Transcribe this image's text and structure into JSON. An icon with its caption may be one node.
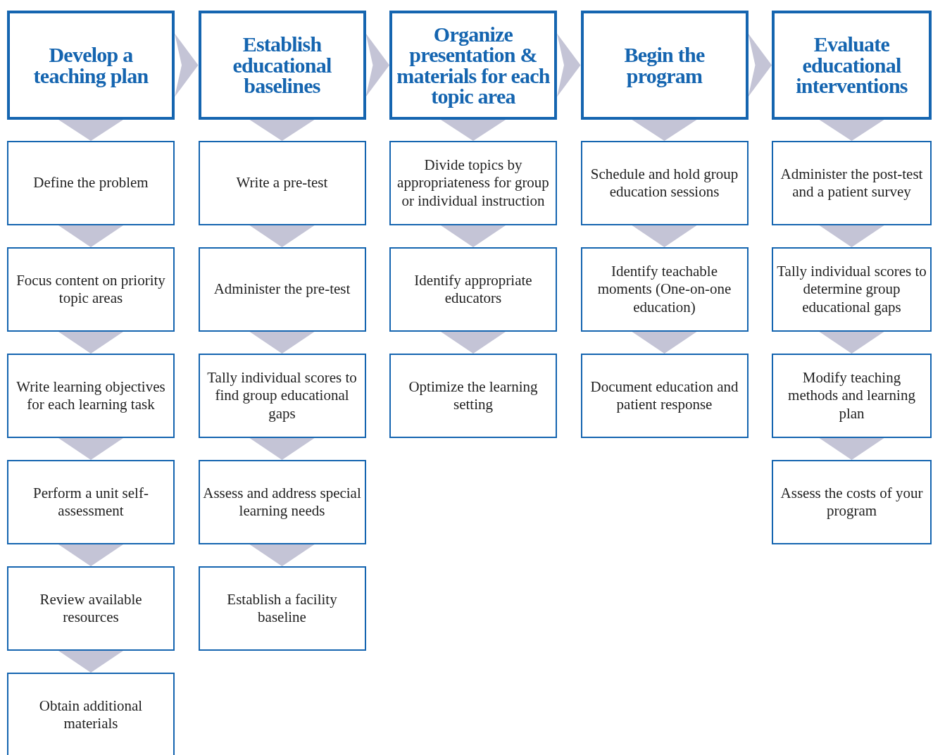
{
  "diagram": {
    "nodes": [
      {
        "text": [
          "Develop a teaching plan"
        ]
      },
      {
        "text": [
          "Define the problem"
        ]
      },
      {
        "text": [
          "Focus content on priority topic areas"
        ]
      },
      {
        "text": [
          "Write learning objectives for each learning task"
        ]
      },
      {
        "text": [
          "Perform a unit self-assessment"
        ]
      },
      {
        "text": [
          "Review available resources"
        ]
      },
      {
        "text": [
          "Obtain additional materials"
        ]
      },
      {
        "text": [
          "Establish educational baselines"
        ]
      },
      {
        "text": [
          "Write a pre-test"
        ]
      },
      {
        "text": [
          "Administer the pre-test"
        ]
      },
      {
        "text": [
          "Tally individual scores to find group educational gaps"
        ]
      },
      {
        "text": [
          "Assess and address special learning needs"
        ]
      },
      {
        "text": [
          "Establish a facility baseline"
        ]
      },
      {
        "text": [
          "Organize presentation & materials for each topic area"
        ]
      },
      {
        "text": [
          "Divide topics by appropriateness for group or individual instruction"
        ]
      },
      {
        "text": [
          "Identify appropriate educators"
        ]
      },
      {
        "text": [
          "Optimize the learning setting"
        ]
      },
      {
        "text": [
          "Begin the program"
        ]
      },
      {
        "text": [
          "Schedule and hold group education sessions"
        ]
      },
      {
        "text": [
          "Identify teachable moments (One-on-one education)"
        ]
      },
      {
        "text": [
          "Document education and patient response"
        ]
      },
      {
        "text": [
          "Evaluate educational interventions"
        ]
      },
      {
        "text": [
          "Administer the post-test and a patient survey"
        ]
      },
      {
        "text": [
          "Tally individual scores to determine group educational gaps"
        ]
      },
      {
        "text": [
          "Modify teaching methods and learning plan"
        ]
      },
      {
        "text": [
          "Assess the costs of your program"
        ]
      }
    ],
    "edges": [
      {
        "from": 0,
        "to": 7,
        "arrow": "to"
      },
      {
        "from": 7,
        "to": 13,
        "arrow": "to"
      },
      {
        "from": 13,
        "to": 17,
        "arrow": "to"
      },
      {
        "from": 17,
        "to": 21,
        "arrow": "to"
      },
      {
        "from": 0,
        "to": 1,
        "arrow": "to"
      },
      {
        "from": 1,
        "to": 2,
        "arrow": "to"
      },
      {
        "from": 2,
        "to": 3,
        "arrow": "to"
      },
      {
        "from": 3,
        "to": 4,
        "arrow": "to"
      },
      {
        "from": 4,
        "to": 5,
        "arrow": "to"
      },
      {
        "from": 5,
        "to": 6,
        "arrow": "to"
      },
      {
        "from": 7,
        "to": 8,
        "arrow": "to"
      },
      {
        "from": 8,
        "to": 9,
        "arrow": "to"
      },
      {
        "from": 9,
        "to": 10,
        "arrow": "to"
      },
      {
        "from": 10,
        "to": 11,
        "arrow": "to"
      },
      {
        "from": 11,
        "to": 12,
        "arrow": "to"
      },
      {
        "from": 13,
        "to": 14,
        "arrow": "to"
      },
      {
        "from": 14,
        "to": 15,
        "arrow": "to"
      },
      {
        "from": 15,
        "to": 16,
        "arrow": "to"
      },
      {
        "from": 17,
        "to": 18,
        "arrow": "to"
      },
      {
        "from": 18,
        "to": 19,
        "arrow": "to"
      },
      {
        "from": 19,
        "to": 20,
        "arrow": "to"
      },
      {
        "from": 21,
        "to": 22,
        "arrow": "to"
      },
      {
        "from": 22,
        "to": 23,
        "arrow": "to"
      },
      {
        "from": 23,
        "to": 24,
        "arrow": "to"
      },
      {
        "from": 24,
        "to": 25,
        "arrow": "to"
      }
    ]
  }
}
